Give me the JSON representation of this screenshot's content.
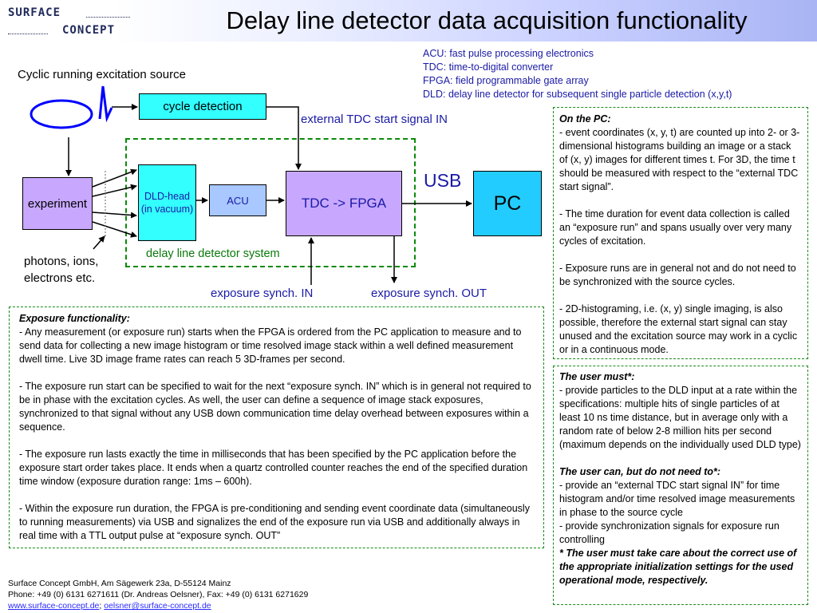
{
  "title": "Delay line detector data acquisition functionality",
  "logo": {
    "line1": "SURFACE",
    "line2": "CONCEPT"
  },
  "glossary": [
    "ACU: fast pulse processing electronics",
    "TDC: time-to-digital converter",
    "FPGA: field programmable gate array",
    "DLD: delay line detector for subsequent single particle detection (x,y,t)"
  ],
  "diagram": {
    "source_label": "Cyclic running excitation source",
    "cycle_detection": "cycle detection",
    "ext_tdc_signal": "external TDC start signal IN",
    "experiment": "experiment",
    "dld_head_1": "DLD-head",
    "dld_head_2": "(in vacuum)",
    "acu": "ACU",
    "tdc_fpga": "TDC -> FPGA",
    "usb": "USB",
    "pc": "PC",
    "dld_system": "delay line detector system",
    "particles_1": "photons, ions,",
    "particles_2": "electrons etc.",
    "exp_synch_in": "exposure synch. IN",
    "exp_synch_out": "exposure synch. OUT"
  },
  "exposure_panel": {
    "heading": "Exposure functionality:",
    "paragraphs": [
      "- Any measurement (or exposure run) starts when the FPGA is ordered from the PC application to measure and to send data for collecting a new image histogram or time resolved image stack within a well defined measurement dwell time. Live 3D image frame rates can reach 5 3D-frames per second.",
      "- The exposure run start can be specified to wait for the next “exposure synch. IN” which is in general not required to be in phase with the excitation cycles. As well, the user can define a sequence of image stack exposures, synchronized to that signal without any USB down communication time delay overhead between exposures within a sequence.",
      "- The exposure run lasts exactly the time in milliseconds that has been specified by the PC application before the exposure start order takes place. It ends when a quartz controlled counter reaches the end of the specified duration time window (exposure duration range: 1ms – 600h).",
      "- Within the exposure run duration, the FPGA is pre-conditioning and sending event coordinate data (simultaneously to running measurements) via USB and signalizes the end of the exposure run via USB and additionally always in real time with a TTL output pulse at “exposure synch. OUT”"
    ]
  },
  "pc_panel": {
    "heading": "On the PC:",
    "paragraphs": [
      "- event coordinates (x, y, t) are counted up into 2- or 3-dimensional histograms building an image or a stack of (x, y) images for different times t. For 3D, the time t should be measured with respect to the “external TDC start signal”.",
      "- The time duration for event data collection is called an “exposure run” and spans usually over very many cycles of excitation.",
      "- Exposure runs are in general not and do not need to be synchronized with the source cycles.",
      "- 2D-histograming, i.e. (x, y) single imaging, is also possible, therefore the external start signal can stay unused and the excitation source may work in a cyclic or in a continuous mode."
    ]
  },
  "user_panel": {
    "must_heading": "The user must*:",
    "must_text": "- provide particles to the DLD input at a rate within the specifications: multiple hits of single particles of at least 10 ns time distance, but in average only with a random rate of below 2-8 million hits per second (maximum depends on the individually used DLD type)",
    "can_heading": "The user can, but do not need to*:",
    "can_items": [
      "- provide an “external TDC start signal IN” for time histogram and/or time resolved image measurements in phase to the source cycle",
      "- provide synchronization signals for exposure run controlling"
    ],
    "note": "* The user must take care about the correct use of the appropriate initialization settings for the used operational mode, respectively."
  },
  "footer": {
    "line1": "Surface Concept GmbH, Am Sägewerk 23a, D-55124 Mainz",
    "line2": "Phone: +49 (0) 6131 6271611 (Dr. Andreas Oelsner), Fax: +49 (0) 6131 6271629",
    "link1": "www.surface-concept.de",
    "sep": "; ",
    "link2": "oelsner@surface-concept.de"
  },
  "colors": {
    "cyan_box": "#33ffff",
    "acu_box": "#a8c8ff",
    "tdc_box": "#c8a8ff",
    "pc_box": "#22ccff",
    "green_dash": "#0a8a0a",
    "blue_text": "#1a1aa6",
    "ellipse": "#0000ff"
  }
}
